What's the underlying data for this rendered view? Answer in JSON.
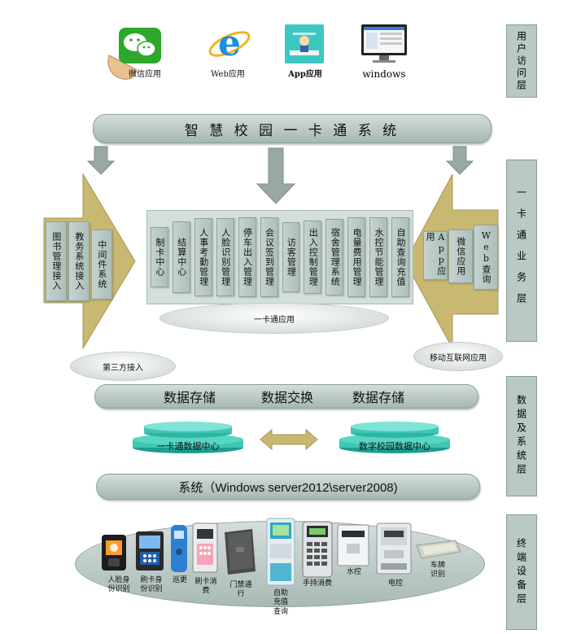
{
  "apps": {
    "wechat": "微信应用",
    "web": "Web应用",
    "app": "App应用",
    "windows": "windows"
  },
  "system_title": "智 慧 校 园 一 卡 通 系 统",
  "layers": {
    "user_access": "用户访问层",
    "business": "一卡通业务层",
    "data": "数据及系统层",
    "terminal": "终端设备层"
  },
  "left_modules": [
    "图书管理接入",
    "教务系统接入",
    "中间件系统"
  ],
  "left_label": "第三方接入",
  "center_modules": [
    "制卡中心",
    "结算中心",
    "人事考勤管理",
    "人脸识别管理",
    "停车出入管理",
    "会议签到管理",
    "访客管理",
    "出入控制管理",
    "宿舍管理系统",
    "电量费用管理",
    "水控节能管理",
    "自助查询充值"
  ],
  "center_label": "一卡通应用",
  "right_modules": [
    "App应用",
    "微信应用",
    "Web查询"
  ],
  "right_label": "移动互联网应用",
  "data_bar": {
    "left": "数据存储",
    "middle": "数据交换",
    "right": "数据存储"
  },
  "data_centers": {
    "left": "一卡通数据中心",
    "right": "数字校园数据中心"
  },
  "system_bar": "系统（Windows server2012\\server2008)",
  "devices": {
    "face": "人脸身份识别",
    "card_id": "刷卡身份识别",
    "patrol": "巡更",
    "card_pay": "刷卡消费",
    "door": "门禁通行",
    "kiosk": "自助充值查询",
    "handheld": "手持消费",
    "water": "水控",
    "electric": "电控",
    "plate": "车牌识别"
  },
  "colors": {
    "arrow_gold": "#c9b871",
    "arrow_gray": "#9aa8a5",
    "teal": "#3fc7b4",
    "layer_box": "#b9c9c5"
  }
}
